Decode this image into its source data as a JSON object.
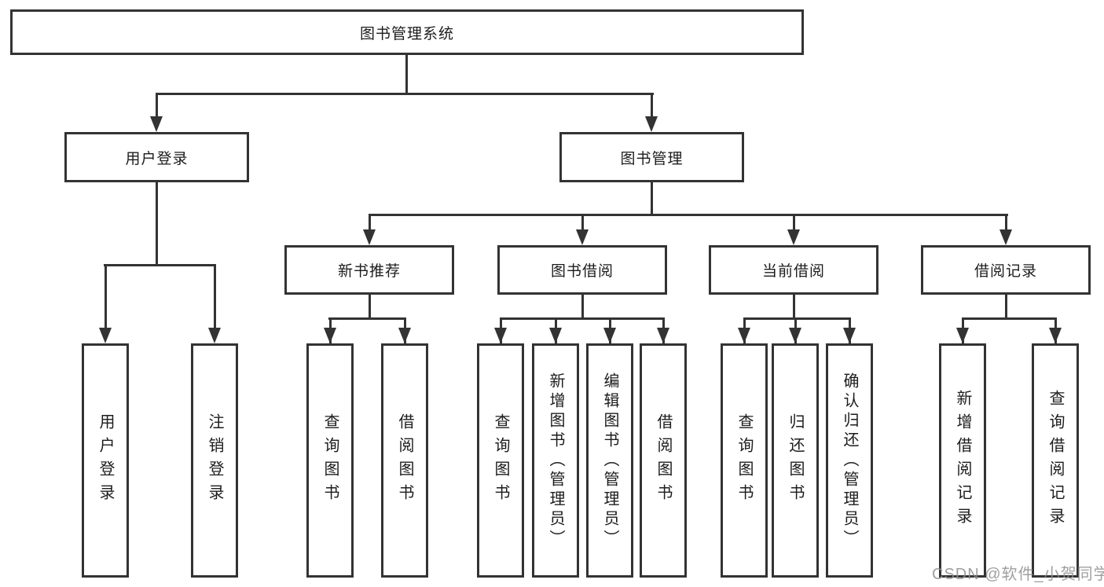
{
  "diagram_title": "图书管理系统",
  "colors": {
    "line": "#333333",
    "text": "#1c1c1c",
    "watermark": "#8f8f8f",
    "background": "#ffffff"
  },
  "tree": {
    "root": {
      "label": "图书管理系统"
    },
    "level2": [
      {
        "label": "用户登录",
        "children": [
          {
            "label": "用户登录"
          },
          {
            "label": "注销登录"
          }
        ]
      },
      {
        "label": "图书管理",
        "children": [
          {
            "label": "新书推荐",
            "children": [
              {
                "label": "查询图书"
              },
              {
                "label": "借阅图书"
              }
            ]
          },
          {
            "label": "图书借阅",
            "children": [
              {
                "label": "查询图书"
              },
              {
                "label": "新增图书（管理员）"
              },
              {
                "label": "编辑图书（管理员）"
              },
              {
                "label": "借阅图书"
              }
            ]
          },
          {
            "label": "当前借阅",
            "children": [
              {
                "label": "查询图书"
              },
              {
                "label": "归还图书"
              },
              {
                "label": "确认归还（管理员）"
              }
            ]
          },
          {
            "label": "借阅记录",
            "children": [
              {
                "label": "新增借阅记录"
              },
              {
                "label": "查询借阅记录"
              }
            ]
          }
        ]
      }
    ]
  },
  "watermark": {
    "text": "CSDN @软件_小贺同学"
  }
}
